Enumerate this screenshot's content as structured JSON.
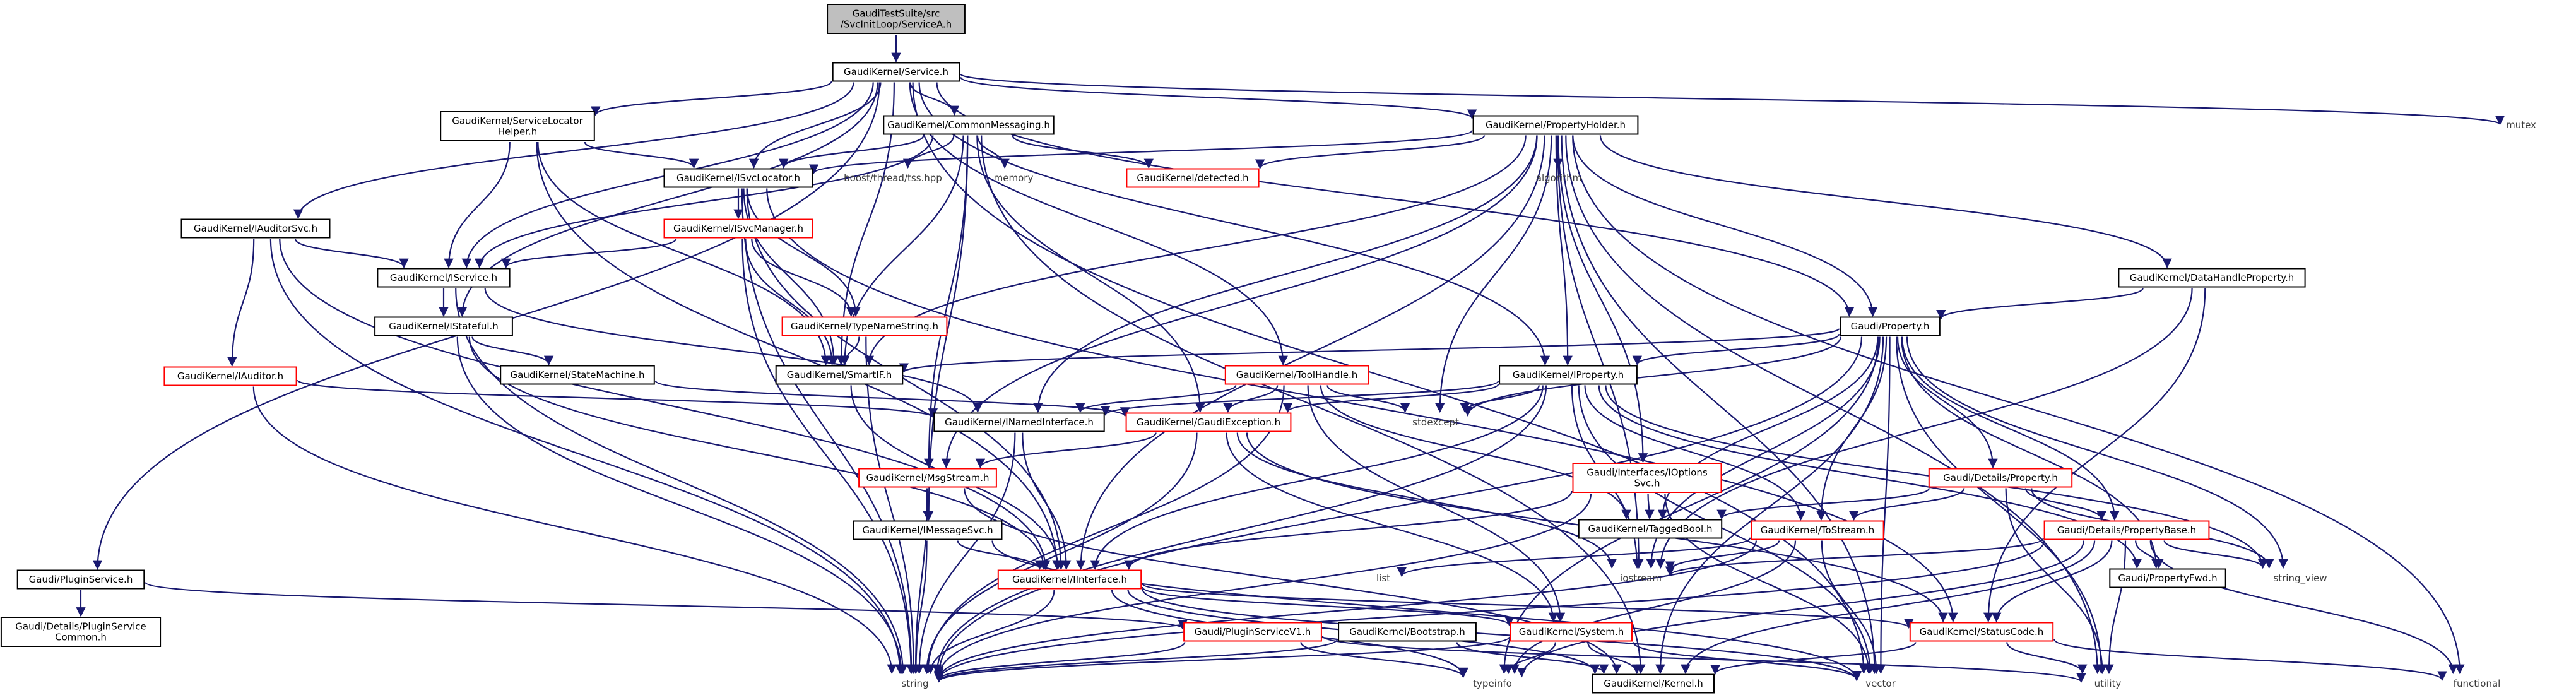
{
  "graph": {
    "title": "GaudiTestSuite/src/SvcInitLoop/ServiceA.h include dependency graph",
    "nodes": [
      {
        "id": "root",
        "lines": [
          "GaudiTestSuite/src",
          "/SvcInitLoop/ServiceA.h"
        ],
        "kind": "root"
      },
      {
        "id": "service",
        "lines": [
          "GaudiKernel/Service.h"
        ],
        "kind": "box"
      },
      {
        "id": "serviceLocatorHelper",
        "lines": [
          "GaudiKernel/ServiceLocator",
          "Helper.h"
        ],
        "kind": "box"
      },
      {
        "id": "commonMessaging",
        "lines": [
          "GaudiKernel/CommonMessaging.h"
        ],
        "kind": "box"
      },
      {
        "id": "propertyHolder",
        "lines": [
          "GaudiKernel/PropertyHolder.h"
        ],
        "kind": "box"
      },
      {
        "id": "mutex",
        "lines": [
          "mutex"
        ],
        "kind": "plain"
      },
      {
        "id": "iauditorSvc",
        "lines": [
          "GaudiKernel/IAuditorSvc.h"
        ],
        "kind": "box"
      },
      {
        "id": "isvcLocator",
        "lines": [
          "GaudiKernel/ISvcLocator.h"
        ],
        "kind": "box"
      },
      {
        "id": "boostTss",
        "lines": [
          "boost/thread/tss.hpp"
        ],
        "kind": "plain"
      },
      {
        "id": "memory",
        "lines": [
          "memory"
        ],
        "kind": "plain"
      },
      {
        "id": "detected",
        "lines": [
          "GaudiKernel/detected.h"
        ],
        "kind": "red"
      },
      {
        "id": "algorithm",
        "lines": [
          "algorithm"
        ],
        "kind": "plain"
      },
      {
        "id": "isvcManager",
        "lines": [
          "GaudiKernel/ISvcManager.h"
        ],
        "kind": "red"
      },
      {
        "id": "iservice",
        "lines": [
          "GaudiKernel/IService.h"
        ],
        "kind": "box"
      },
      {
        "id": "dataHandleProperty",
        "lines": [
          "GaudiKernel/DataHandleProperty.h"
        ],
        "kind": "box"
      },
      {
        "id": "istateful",
        "lines": [
          "GaudiKernel/IStateful.h"
        ],
        "kind": "box"
      },
      {
        "id": "typeNameString",
        "lines": [
          "GaudiKernel/TypeNameString.h"
        ],
        "kind": "red"
      },
      {
        "id": "property",
        "lines": [
          "Gaudi/Property.h"
        ],
        "kind": "box"
      },
      {
        "id": "iauditor",
        "lines": [
          "GaudiKernel/IAuditor.h"
        ],
        "kind": "red"
      },
      {
        "id": "stateMachine",
        "lines": [
          "GaudiKernel/StateMachine.h"
        ],
        "kind": "box"
      },
      {
        "id": "smartIF",
        "lines": [
          "GaudiKernel/SmartIF.h"
        ],
        "kind": "box"
      },
      {
        "id": "toolHandle",
        "lines": [
          "GaudiKernel/ToolHandle.h"
        ],
        "kind": "red"
      },
      {
        "id": "iproperty",
        "lines": [
          "GaudiKernel/IProperty.h"
        ],
        "kind": "box"
      },
      {
        "id": "inamedInterface",
        "lines": [
          "GaudiKernel/INamedInterface.h"
        ],
        "kind": "box"
      },
      {
        "id": "gaudiException",
        "lines": [
          "GaudiKernel/GaudiException.h"
        ],
        "kind": "red"
      },
      {
        "id": "stdexcept",
        "lines": [
          "stdexcept"
        ],
        "kind": "plain"
      },
      {
        "id": "ijobOptionsSvc",
        "lines": [
          "Gaudi/Interfaces/IOptions",
          "Svc.h"
        ],
        "kind": "red"
      },
      {
        "id": "detailsProperty",
        "lines": [
          "Gaudi/Details/Property.h"
        ],
        "kind": "red"
      },
      {
        "id": "msgStream",
        "lines": [
          "GaudiKernel/MsgStream.h"
        ],
        "kind": "red"
      },
      {
        "id": "imessageSvc",
        "lines": [
          "GaudiKernel/IMessageSvc.h"
        ],
        "kind": "box"
      },
      {
        "id": "taggedBool",
        "lines": [
          "GaudiKernel/TaggedBool.h"
        ],
        "kind": "box"
      },
      {
        "id": "toStream",
        "lines": [
          "GaudiKernel/ToStream.h"
        ],
        "kind": "red"
      },
      {
        "id": "propertyBase",
        "lines": [
          "Gaudi/Details/PropertyBase.h"
        ],
        "kind": "red"
      },
      {
        "id": "list",
        "lines": [
          "list"
        ],
        "kind": "plain"
      },
      {
        "id": "iostream",
        "lines": [
          "iostream"
        ],
        "kind": "plain"
      },
      {
        "id": "propertyFwd",
        "lines": [
          "Gaudi/PropertyFwd.h"
        ],
        "kind": "box"
      },
      {
        "id": "stringView",
        "lines": [
          "string_view"
        ],
        "kind": "plain"
      },
      {
        "id": "pluginService",
        "lines": [
          "Gaudi/PluginService.h"
        ],
        "kind": "box"
      },
      {
        "id": "iinterface",
        "lines": [
          "GaudiKernel/IInterface.h"
        ],
        "kind": "red"
      },
      {
        "id": "pluginServiceV1",
        "lines": [
          "Gaudi/PluginServiceV1.h"
        ],
        "kind": "red"
      },
      {
        "id": "bootstrap",
        "lines": [
          "GaudiKernel/Bootstrap.h"
        ],
        "kind": "box"
      },
      {
        "id": "system",
        "lines": [
          "GaudiKernel/System.h"
        ],
        "kind": "red"
      },
      {
        "id": "statusCode",
        "lines": [
          "GaudiKernel/StatusCode.h"
        ],
        "kind": "red"
      },
      {
        "id": "pluginServiceCommon",
        "lines": [
          "Gaudi/Details/PluginService",
          "Common.h"
        ],
        "kind": "box"
      },
      {
        "id": "string",
        "lines": [
          "string"
        ],
        "kind": "plain"
      },
      {
        "id": "typeinfo",
        "lines": [
          "typeinfo"
        ],
        "kind": "plain"
      },
      {
        "id": "kernel",
        "lines": [
          "GaudiKernel/Kernel.h"
        ],
        "kind": "box"
      },
      {
        "id": "vector",
        "lines": [
          "vector"
        ],
        "kind": "plain"
      },
      {
        "id": "utility",
        "lines": [
          "utility"
        ],
        "kind": "plain"
      },
      {
        "id": "functional",
        "lines": [
          "functional"
        ],
        "kind": "plain"
      }
    ],
    "edges": [
      [
        "root",
        "service"
      ],
      [
        "service",
        "serviceLocatorHelper"
      ],
      [
        "service",
        "commonMessaging"
      ],
      [
        "service",
        "propertyHolder"
      ],
      [
        "service",
        "mutex"
      ],
      [
        "service",
        "iauditorSvc"
      ],
      [
        "service",
        "isvcLocator"
      ],
      [
        "service",
        "iservice"
      ],
      [
        "service",
        "istateful"
      ],
      [
        "service",
        "smartIF"
      ],
      [
        "service",
        "toolHandle"
      ],
      [
        "service",
        "iproperty"
      ],
      [
        "service",
        "property"
      ],
      [
        "service",
        "pluginService"
      ],
      [
        "service",
        "vector"
      ],
      [
        "serviceLocatorHelper",
        "isvcLocator"
      ],
      [
        "serviceLocatorHelper",
        "iservice"
      ],
      [
        "serviceLocatorHelper",
        "smartIF"
      ],
      [
        "serviceLocatorHelper",
        "iinterface"
      ],
      [
        "commonMessaging",
        "isvcLocator"
      ],
      [
        "commonMessaging",
        "boostTss"
      ],
      [
        "commonMessaging",
        "memory"
      ],
      [
        "commonMessaging",
        "detected"
      ],
      [
        "commonMessaging",
        "iservice"
      ],
      [
        "commonMessaging",
        "smartIF"
      ],
      [
        "commonMessaging",
        "gaudiException"
      ],
      [
        "commonMessaging",
        "msgStream"
      ],
      [
        "commonMessaging",
        "imessageSvc"
      ],
      [
        "commonMessaging",
        "kernel"
      ],
      [
        "propertyHolder",
        "isvcLocator"
      ],
      [
        "propertyHolder",
        "detected"
      ],
      [
        "propertyHolder",
        "algorithm"
      ],
      [
        "propertyHolder",
        "dataHandleProperty"
      ],
      [
        "propertyHolder",
        "property"
      ],
      [
        "propertyHolder",
        "iproperty"
      ],
      [
        "propertyHolder",
        "inamedInterface"
      ],
      [
        "propertyHolder",
        "ijobOptionsSvc"
      ],
      [
        "propertyHolder",
        "stdexcept"
      ],
      [
        "propertyHolder",
        "iostream"
      ],
      [
        "propertyHolder",
        "iinterface"
      ],
      [
        "propertyHolder",
        "msgStream"
      ],
      [
        "propertyHolder",
        "vector"
      ],
      [
        "propertyHolder",
        "utility"
      ],
      [
        "propertyHolder",
        "functional"
      ],
      [
        "propertyHolder",
        "smartIF"
      ],
      [
        "iauditorSvc",
        "iservice"
      ],
      [
        "iauditorSvc",
        "iauditor"
      ],
      [
        "iauditorSvc",
        "string"
      ],
      [
        "iauditorSvc",
        "iinterface"
      ],
      [
        "isvcLocator",
        "isvcManager"
      ],
      [
        "isvcLocator",
        "smartIF"
      ],
      [
        "isvcLocator",
        "typeNameString"
      ],
      [
        "isvcLocator",
        "string"
      ],
      [
        "isvcLocator",
        "iinterface"
      ],
      [
        "isvcLocator",
        "statusCode"
      ],
      [
        "isvcManager",
        "iservice"
      ],
      [
        "isvcManager",
        "smartIF"
      ],
      [
        "isvcManager",
        "typeNameString"
      ],
      [
        "isvcManager",
        "string"
      ],
      [
        "iservice",
        "istateful"
      ],
      [
        "iservice",
        "inamedInterface"
      ],
      [
        "iservice",
        "string"
      ],
      [
        "istateful",
        "stateMachine"
      ],
      [
        "istateful",
        "iinterface"
      ],
      [
        "istateful",
        "string"
      ],
      [
        "typeNameString",
        "smartIF"
      ],
      [
        "typeNameString",
        "string"
      ],
      [
        "iauditor",
        "inamedInterface"
      ],
      [
        "iauditor",
        "string"
      ],
      [
        "stateMachine",
        "gaudiException"
      ],
      [
        "dataHandleProperty",
        "property"
      ],
      [
        "dataHandleProperty",
        "statusCode"
      ],
      [
        "dataHandleProperty",
        "iostream"
      ],
      [
        "property",
        "smartIF"
      ],
      [
        "property",
        "iproperty"
      ],
      [
        "property",
        "stdexcept"
      ],
      [
        "property",
        "detailsProperty"
      ],
      [
        "property",
        "propertyBase"
      ],
      [
        "property",
        "toStream"
      ],
      [
        "property",
        "taggedBool"
      ],
      [
        "property",
        "propertyFwd"
      ],
      [
        "property",
        "stringView"
      ],
      [
        "property",
        "iostream"
      ],
      [
        "property",
        "string"
      ],
      [
        "property",
        "kernel"
      ],
      [
        "property",
        "typeinfo"
      ],
      [
        "property",
        "utility"
      ],
      [
        "property",
        "vector"
      ],
      [
        "smartIF",
        "iinterface"
      ],
      [
        "toolHandle",
        "inamedInterface"
      ],
      [
        "toolHandle",
        "gaudiException"
      ],
      [
        "toolHandle",
        "stdexcept"
      ],
      [
        "toolHandle",
        "string"
      ],
      [
        "toolHandle",
        "taggedBool"
      ],
      [
        "toolHandle",
        "system"
      ],
      [
        "iproperty",
        "inamedInterface"
      ],
      [
        "iproperty",
        "gaudiException"
      ],
      [
        "iproperty",
        "stdexcept"
      ],
      [
        "iproperty",
        "iostream"
      ],
      [
        "iproperty",
        "propertyFwd"
      ],
      [
        "iproperty",
        "toStream"
      ],
      [
        "iproperty",
        "iinterface"
      ],
      [
        "iproperty",
        "string"
      ],
      [
        "iproperty",
        "stringView"
      ],
      [
        "iproperty",
        "vector"
      ],
      [
        "inamedInterface",
        "iinterface"
      ],
      [
        "inamedInterface",
        "string"
      ],
      [
        "gaudiException",
        "msgStream"
      ],
      [
        "gaudiException",
        "statusCode"
      ],
      [
        "gaudiException",
        "iostream"
      ],
      [
        "gaudiException",
        "string"
      ],
      [
        "gaudiException",
        "system"
      ],
      [
        "ijobOptionsSvc",
        "taggedBool"
      ],
      [
        "ijobOptionsSvc",
        "iinterface"
      ],
      [
        "ijobOptionsSvc",
        "string"
      ],
      [
        "ijobOptionsSvc",
        "vector"
      ],
      [
        "detailsProperty",
        "taggedBool"
      ],
      [
        "detailsProperty",
        "toStream"
      ],
      [
        "detailsProperty",
        "propertyBase"
      ],
      [
        "detailsProperty",
        "stringView"
      ],
      [
        "detailsProperty",
        "utility"
      ],
      [
        "msgStream",
        "imessageSvc"
      ],
      [
        "msgStream",
        "string"
      ],
      [
        "msgStream",
        "kernel"
      ],
      [
        "imessageSvc",
        "iinterface"
      ],
      [
        "imessageSvc",
        "string"
      ],
      [
        "imessageSvc",
        "vector"
      ],
      [
        "toStream",
        "list"
      ],
      [
        "toStream",
        "iostream"
      ],
      [
        "toStream",
        "string"
      ],
      [
        "toStream",
        "vector"
      ],
      [
        "toStream",
        "typeinfo"
      ],
      [
        "propertyBase",
        "propertyFwd"
      ],
      [
        "propertyBase",
        "stringView"
      ],
      [
        "propertyBase",
        "statusCode"
      ],
      [
        "propertyBase",
        "iostream"
      ],
      [
        "propertyBase",
        "string"
      ],
      [
        "propertyBase",
        "typeinfo"
      ],
      [
        "propertyBase",
        "utility"
      ],
      [
        "propertyBase",
        "functional"
      ],
      [
        "propertyBase",
        "kernel"
      ],
      [
        "pluginService",
        "pluginServiceCommon"
      ],
      [
        "pluginService",
        "pluginServiceV1"
      ],
      [
        "iinterface",
        "statusCode"
      ],
      [
        "iinterface",
        "system"
      ],
      [
        "iinterface",
        "kernel"
      ],
      [
        "iinterface",
        "typeinfo"
      ],
      [
        "iinterface",
        "string"
      ],
      [
        "iinterface",
        "vector"
      ],
      [
        "pluginServiceV1",
        "string"
      ],
      [
        "pluginServiceV1",
        "typeinfo"
      ],
      [
        "pluginServiceV1",
        "utility"
      ],
      [
        "bootstrap",
        "kernel"
      ],
      [
        "bootstrap",
        "string"
      ],
      [
        "system",
        "kernel"
      ],
      [
        "system",
        "string"
      ],
      [
        "system",
        "typeinfo"
      ],
      [
        "system",
        "vector"
      ],
      [
        "statusCode",
        "kernel"
      ],
      [
        "statusCode",
        "utility"
      ],
      [
        "statusCode",
        "functional"
      ]
    ]
  }
}
